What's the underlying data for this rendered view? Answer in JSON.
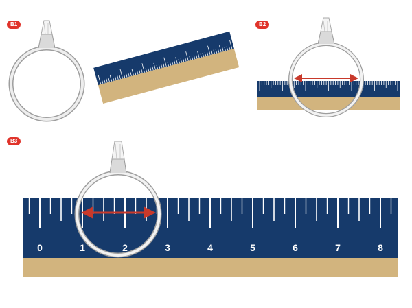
{
  "steps": [
    {
      "label": "B1"
    },
    {
      "label": "B2"
    },
    {
      "label": "B3"
    }
  ],
  "ruler": {
    "numbers": [
      "0",
      "1",
      "2",
      "3",
      "4",
      "5",
      "6",
      "7",
      "8"
    ]
  },
  "colors": {
    "ruler_blue": "#163a6b",
    "ruler_tan": "#d2b47e",
    "badge_red": "#e0332a",
    "arrow_red": "#c8392b",
    "ring_silver": "#d8d8d8",
    "tick_white": "#ffffff"
  }
}
